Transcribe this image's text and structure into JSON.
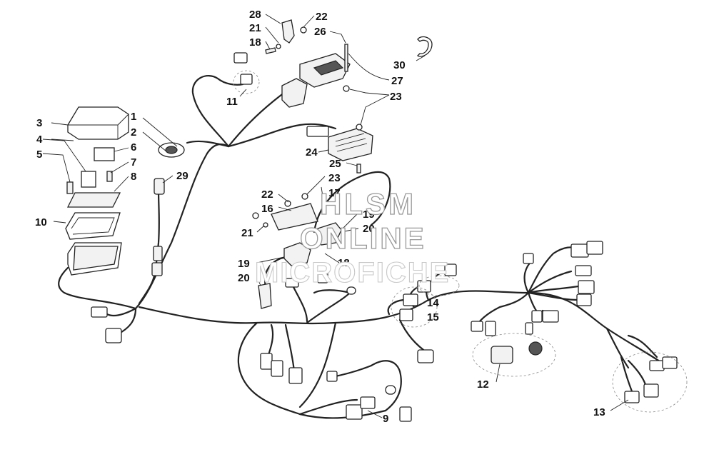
{
  "watermark": {
    "line1": "HLSM",
    "line2": "ONLINE",
    "line3": "MICROFICHE"
  },
  "callouts": {
    "c1": "1",
    "c2": "2",
    "c3": "3",
    "c4": "4",
    "c5": "5",
    "c6": "6",
    "c7": "7",
    "c8": "8",
    "c9": "9",
    "c10": "10",
    "c11": "11",
    "c12": "12",
    "c13": "13",
    "c14": "14",
    "c15": "15",
    "c16": "16",
    "c17": "17",
    "c18a": "18",
    "c18b": "18",
    "c19a": "19",
    "c19b": "19",
    "c20a": "20",
    "c20b": "20",
    "c21a": "21",
    "c21b": "21",
    "c22a": "22",
    "c22b": "22",
    "c23a": "23",
    "c23b": "23",
    "c24": "24",
    "c25": "25",
    "c26": "26",
    "c27": "27",
    "c28": "28",
    "c29": "29",
    "c30": "30"
  },
  "colors": {
    "line": "#222222",
    "background": "#ffffff",
    "watermark_outline": "#999999"
  }
}
